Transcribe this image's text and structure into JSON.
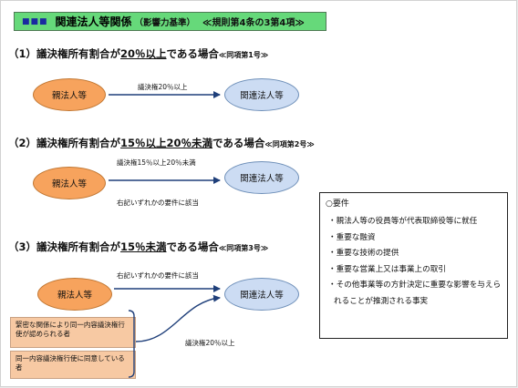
{
  "title": {
    "dots": "■■■",
    "main": "関連法人等関係",
    "paren": "（影響力基準）",
    "ref": "≪規則第4条の3第4項≫"
  },
  "sections": [
    {
      "prefix": "（1）議決権所有割合が",
      "highlight": "20％以上",
      "suffix": "である場合",
      "sub": "≪同項第1号≫",
      "parent": "親法人等",
      "related": "関連法人等",
      "arrow_label": "議決権20％以上"
    },
    {
      "prefix": "（2）議決権所有割合が",
      "highlight": "15％以上20％未満",
      "suffix": "である場合",
      "sub": "≪同項第2号≫",
      "parent": "親法人等",
      "related": "関連法人等",
      "arrow_label_top": "議決権15％以上20％未満",
      "arrow_label_bottom": "右記いずれかの要件に該当"
    },
    {
      "prefix": "（3）議決権所有割合が",
      "highlight": "15％未満",
      "suffix": "である場合",
      "sub": "≪同項第3号≫",
      "parent": "親法人等",
      "related": "関連法人等",
      "arrow_label_top": "右記いずれかの要件に該当",
      "arrow_label_bottom": "議決権20％以上",
      "cond1": "緊密な関係により同一内容議決権行使が認められる者",
      "cond2": "同一内容議決権行使に同意している者"
    }
  ],
  "requirements": {
    "title": "○要件",
    "items": [
      "・親法人等の役員等が代表取締役等に就任",
      "・重要な融資",
      "・重要な技術の提供",
      "・重要な営業上又は事業上の取引",
      "・その他事業等の方針決定に重要な影響を与えられることが推測される事実"
    ]
  }
}
